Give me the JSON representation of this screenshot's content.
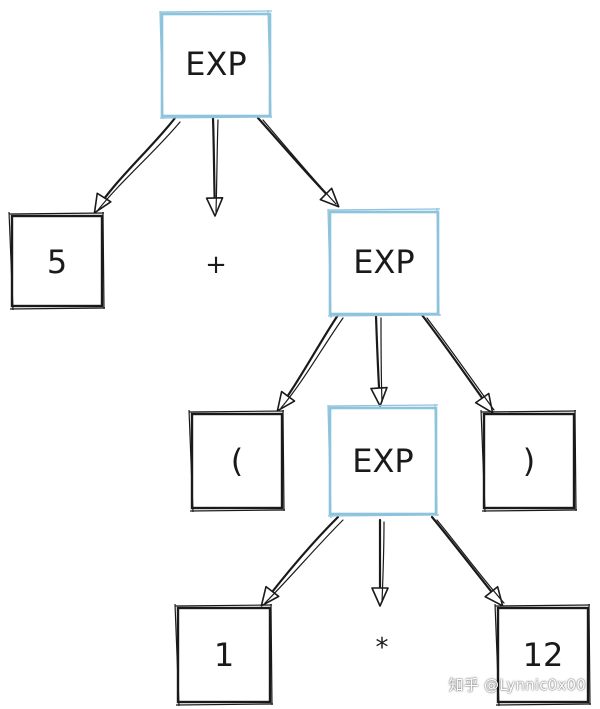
{
  "diagram": {
    "nodes": {
      "root": {
        "label": "EXP"
      },
      "num_5": {
        "label": "5"
      },
      "plus": {
        "label": "+"
      },
      "exp_mid": {
        "label": "EXP"
      },
      "lparen": {
        "label": "("
      },
      "exp_inner": {
        "label": "EXP"
      },
      "rparen": {
        "label": ")"
      },
      "num_1": {
        "label": "1"
      },
      "times": {
        "label": "*"
      },
      "num_12": {
        "label": "12"
      }
    },
    "colors": {
      "exp_border": "#8ec3dd",
      "leaf_border": "#1a1a1a",
      "edge": "#1a1a1a"
    }
  },
  "watermark": {
    "text": "知乎 @Lynnic0x00"
  }
}
